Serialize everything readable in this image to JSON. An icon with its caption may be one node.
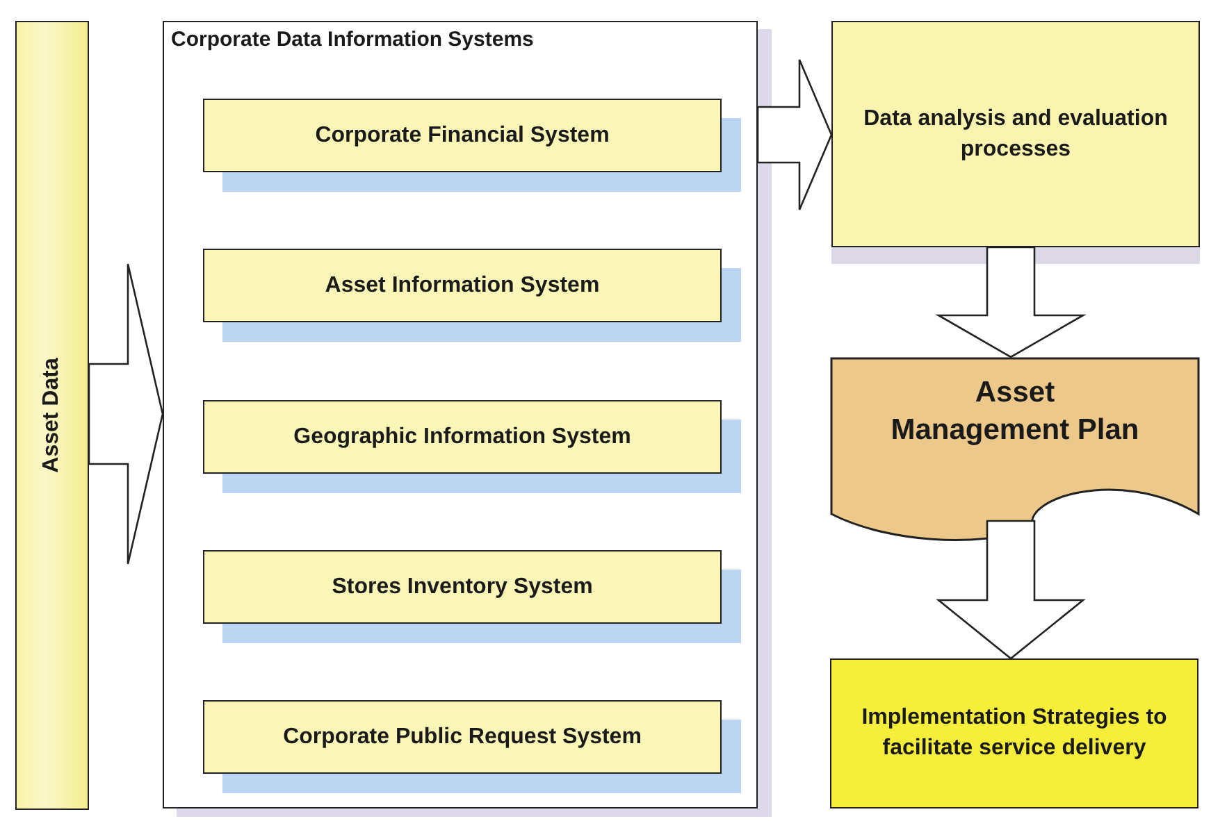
{
  "diagram": {
    "nodes": [
      {
        "text": [
          "Asset Data"
        ]
      },
      {
        "text": [
          "Corporate Data Information Systems"
        ]
      },
      {
        "text": [
          "Corporate Financial System"
        ],
        "in": 1
      },
      {
        "text": [
          "Asset Information System"
        ],
        "in": 1
      },
      {
        "text": [
          "Geographic Information System"
        ],
        "in": 1
      },
      {
        "text": [
          "Stores Inventory System"
        ],
        "in": 1
      },
      {
        "text": [
          "Corporate Public Request System"
        ],
        "in": 1
      },
      {
        "text": [
          "Data analysis and evaluation processes"
        ]
      },
      {
        "text": [
          "Asset Management Plan"
        ]
      },
      {
        "text": [
          "Implementation Strategies to facilitate service delivery"
        ]
      }
    ],
    "edges": [
      {
        "from": 0,
        "to": 1,
        "arrow": "to"
      },
      {
        "from": 1,
        "to": 7,
        "arrow": "to"
      },
      {
        "from": 7,
        "to": 8,
        "arrow": "to"
      },
      {
        "from": 8,
        "to": 9,
        "arrow": "to"
      }
    ]
  }
}
